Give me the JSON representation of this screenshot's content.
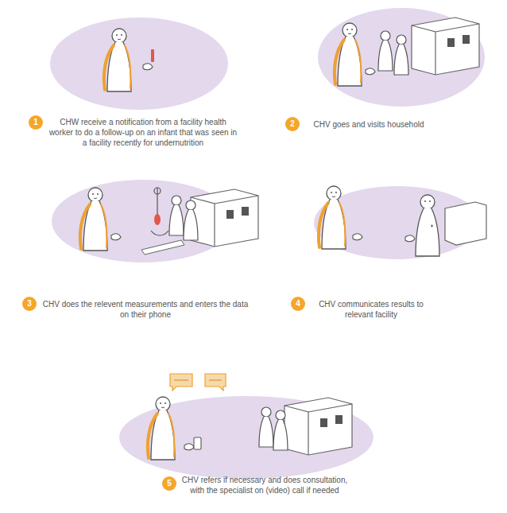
{
  "diagram": {
    "nodes": [
      {
        "text": [
          "1"
        ]
      },
      {
        "text": [
          "2"
        ]
      },
      {
        "text": [
          "3"
        ]
      },
      {
        "text": [
          "4"
        ]
      },
      {
        "text": [
          "5"
        ]
      }
    ],
    "labels": [
      "CHW receive a notification from a facility health worker to do a follow-up on an infant that was seen in a facility recently for undernutrition",
      "CHV goes and visits household",
      "CHV does the relevent measurements and enters the data on their phone",
      "CHV communicates results to relevant facility",
      "CHV refers if necessary and does consultation, with the specialist on (video) call if needed"
    ]
  }
}
